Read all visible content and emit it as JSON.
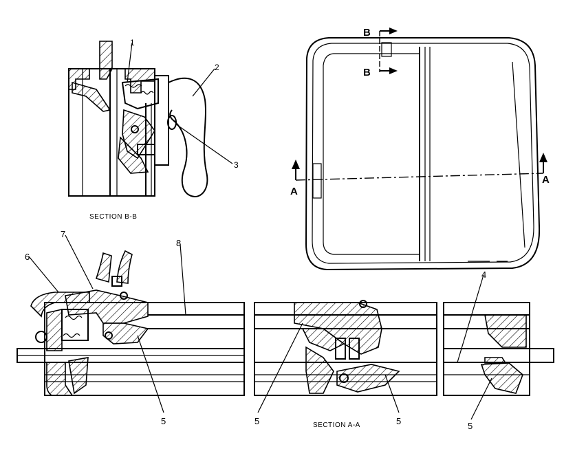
{
  "section_bb": {
    "title": "SECTION  B-B",
    "callouts": [
      "1",
      "2",
      "3"
    ]
  },
  "window_view": {
    "cut_b_top": "B",
    "cut_b_bottom": "B",
    "cut_a_left": "A",
    "cut_a_right": "A"
  },
  "section_aa": {
    "title": "SECTION  A-A",
    "callouts": [
      "6",
      "7",
      "8",
      "5",
      "5",
      "5",
      "4",
      "5"
    ]
  }
}
